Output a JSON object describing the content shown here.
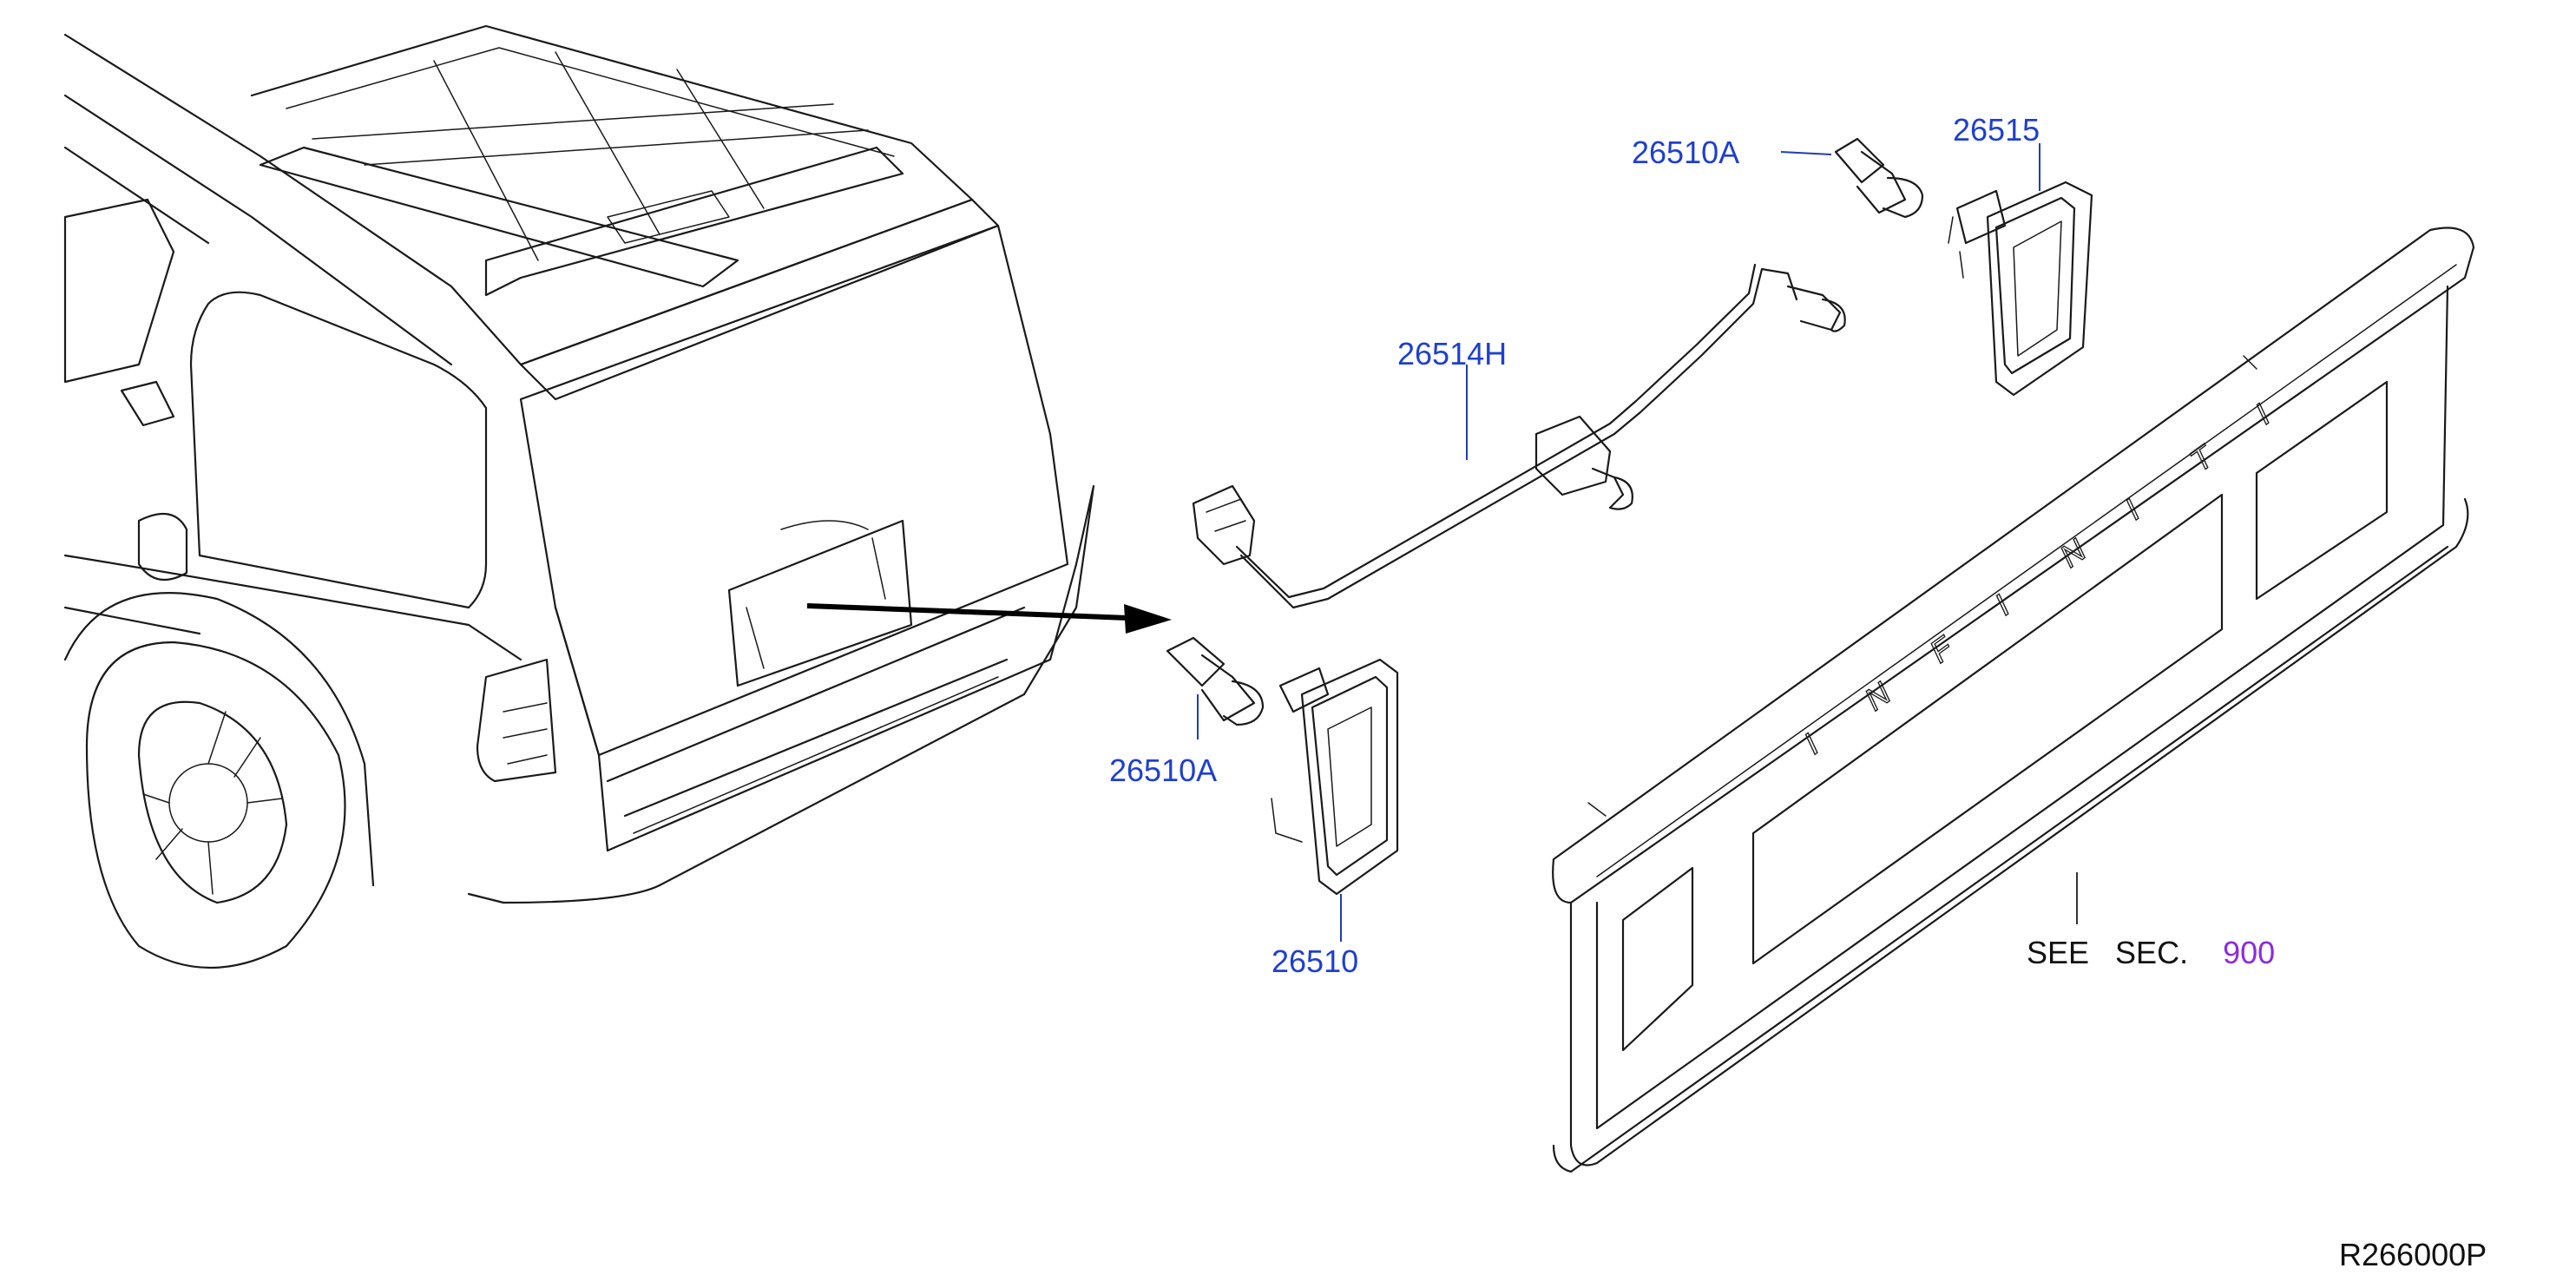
{
  "callouts": {
    "p26510a_top": "26510A",
    "p26515": "26515",
    "p26514h": "26514H",
    "p26510a_bottom": "26510A",
    "p26510": "26510"
  },
  "see_section": {
    "prefix": "SEE   SEC.",
    "number": "900"
  },
  "finisher_lettering": [
    "I",
    "N",
    "F",
    "I",
    "N",
    "I",
    "T",
    "I"
  ],
  "reference_code": "R266000P",
  "colors": {
    "part_number": "#1f3fcf",
    "section_number": "#8a2be2",
    "line_art": "#1a1a1a"
  }
}
